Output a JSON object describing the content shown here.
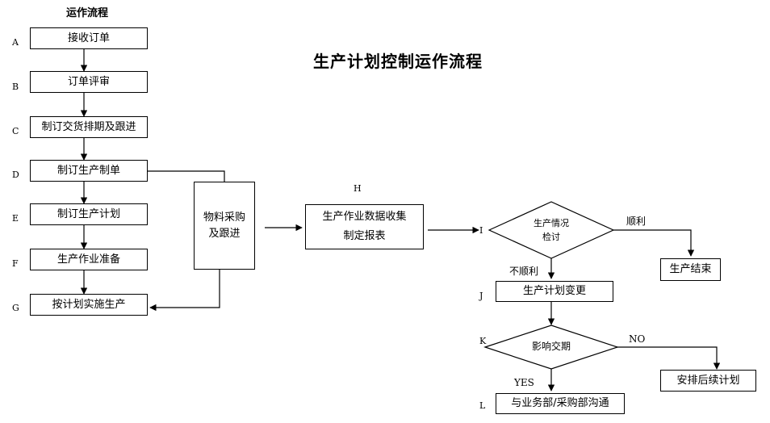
{
  "header": {
    "left_heading": "运作流程",
    "main_title": "生产计划控制运作流程"
  },
  "steps": {
    "A": "A",
    "B": "B",
    "C": "C",
    "D": "D",
    "E": "E",
    "F": "F",
    "G": "G",
    "H": "H",
    "I": "I",
    "J": "J",
    "K": "K",
    "L": "L"
  },
  "nodes": {
    "receive_order": "接收订单",
    "order_review": "订单评审",
    "delivery_schedule": "制订交货排期及跟进",
    "production_order": "制订生产制单",
    "production_plan": "制订生产计划",
    "production_prep": "生产作业准备",
    "execute_production": "按计划实施生产",
    "material_purchase_line1": "物料采购",
    "material_purchase_line2": "及跟进",
    "data_collection_line1": "生产作业数据收集",
    "data_collection_line2": "制定报表",
    "status_review_line1": "生产情况",
    "status_review_line2": "检讨",
    "production_end": "生产结束",
    "plan_change": "生产计划变更",
    "delivery_impact": "影响交期",
    "follow_up_plan": "安排后续计划",
    "communicate": "与业务部/采购部沟通"
  },
  "edge_labels": {
    "smooth": "顺利",
    "not_smooth": "不顺利",
    "no": "NO",
    "yes": "YES"
  }
}
